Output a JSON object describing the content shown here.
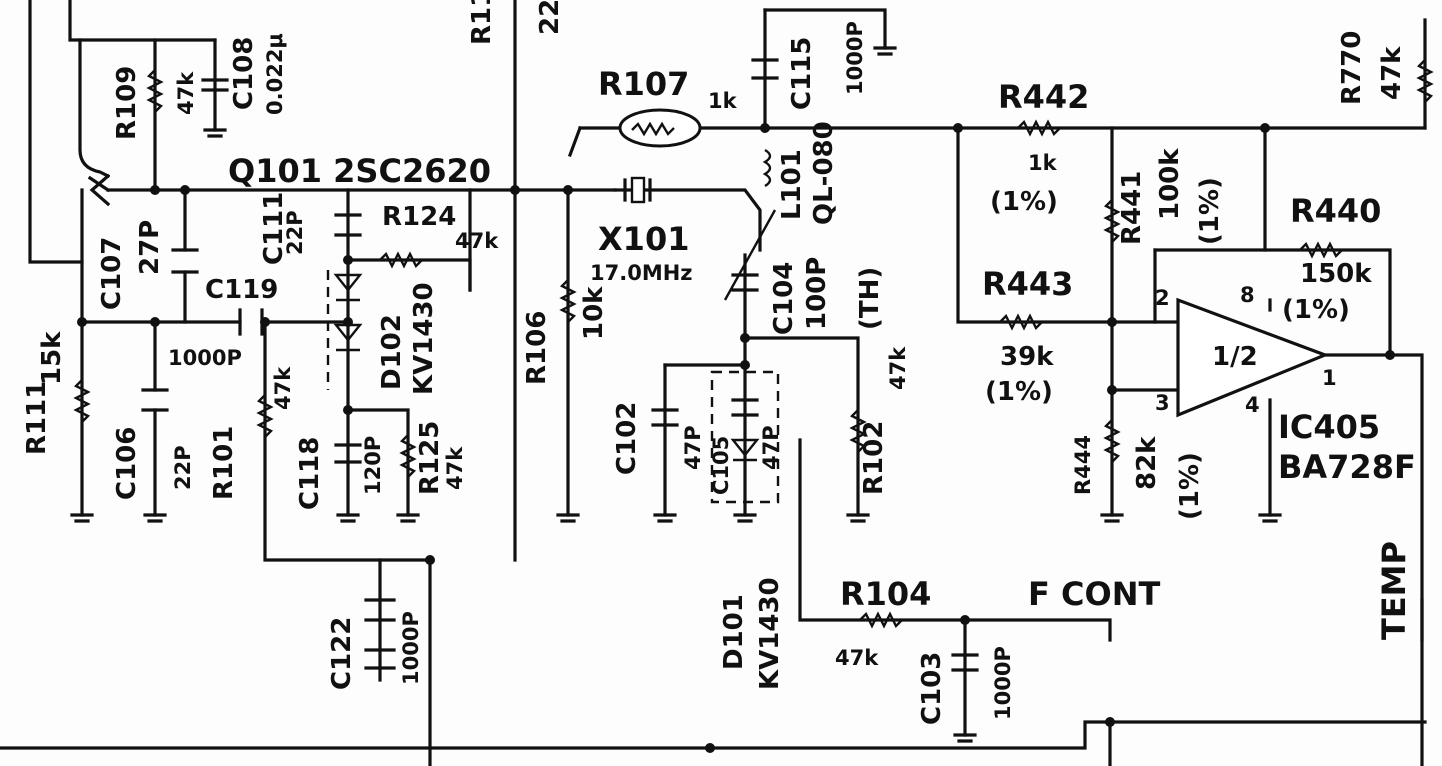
{
  "labels": {
    "q101": "Q101 2SC2620",
    "r109": "R109",
    "r109_val": "47k",
    "c108": "C108",
    "c108_val": "0.022μ",
    "c107": "C107",
    "c107_val": "27P",
    "c119": "C119",
    "c119_val": "1000P",
    "c111": "C111",
    "c111_val": "22P",
    "r124": "R124",
    "r124_val": "47k",
    "d102": "D102",
    "d102_part": "KV1430",
    "r125": "R125",
    "r125_val": "47k",
    "r111": "R111",
    "r111_val": "15k",
    "c106": "C106",
    "c106_val": "22P",
    "r101": "R101",
    "r101_val": "47k",
    "c118": "C118",
    "c118_val": "120P",
    "c122": "C122",
    "c122_val": "1000P",
    "r106": "R106",
    "r106_val": "10k",
    "x101": "X101",
    "x101_val": "17.0MHz",
    "r107": "R107",
    "r107_val": "1k",
    "l101": "L101",
    "l101_part": "QL-080",
    "c115": "C115",
    "c115_val": "1000P",
    "c104": "C104",
    "c104_val": "100P",
    "c104_type": "(TH)",
    "c102": "C102",
    "c102_val": "47P",
    "c105": "C105",
    "c105_val": "47P",
    "r102": "R102",
    "r102_val": "47k",
    "d101": "D101",
    "d101_part": "KV1430",
    "r104": "R104",
    "r104_val": "47k",
    "c103": "C103",
    "c103_val": "1000P",
    "fcont": "F CONT",
    "r442": "R442",
    "r442_val": "1k",
    "r442_tol": "(1%)",
    "r441": "R441",
    "r441_val": "100k",
    "r441_tol": "(1%)",
    "r443": "R443",
    "r443_val": "39k",
    "r443_tol": "(1%)",
    "r444": "R444",
    "r444_val": "82k",
    "r444_tol": "(1%)",
    "r440": "R440",
    "r440_val": "150k",
    "r440_tol": "(1%)",
    "r770": "R770",
    "r770_val": "47k",
    "ic405": "IC405",
    "ic405_part": "BA728F",
    "opamp_half": "1/2",
    "pin2": "2",
    "pin3": "3",
    "pin8": "8",
    "pin4": "4",
    "pin1": "1",
    "temp": "TEMP",
    "r11x": "R11",
    "r11x_val": "22"
  }
}
